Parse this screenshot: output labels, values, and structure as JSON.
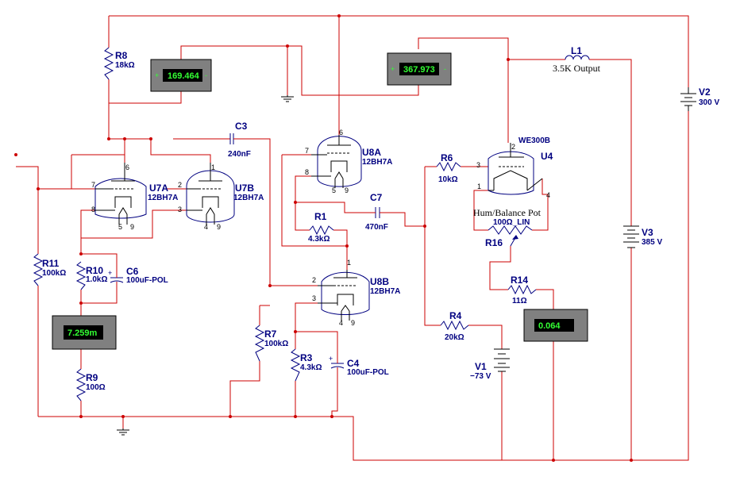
{
  "meters": {
    "m_top": "169.464",
    "m_mid": "367.973",
    "m_left": "7.259m",
    "m_right": "0.064"
  },
  "components": {
    "r8": {
      "ref": "R8",
      "val": "18kΩ"
    },
    "r11": {
      "ref": "R11",
      "val": "100kΩ"
    },
    "r10": {
      "ref": "R10",
      "val": "1.0kΩ"
    },
    "c6": {
      "ref": "C6",
      "val": "100uF-POL"
    },
    "r9": {
      "ref": "R9",
      "val": "100Ω"
    },
    "c3": {
      "ref": "C3",
      "val": "240nF"
    },
    "u7a": {
      "ref": "U7A",
      "val": "12BH7A"
    },
    "u7b": {
      "ref": "U7B",
      "val": "12BH7A"
    },
    "r7": {
      "ref": "R7",
      "val": "100kΩ"
    },
    "u8a": {
      "ref": "U8A",
      "val": "12BH7A"
    },
    "r1": {
      "ref": "R1",
      "val": "4.3kΩ"
    },
    "c7": {
      "ref": "C7",
      "val": "470nF"
    },
    "u8b": {
      "ref": "U8B",
      "val": "12BH7A"
    },
    "r3": {
      "ref": "R3",
      "val": "4.3kΩ"
    },
    "c4": {
      "ref": "C4",
      "val": "100uF-POL"
    },
    "r6": {
      "ref": "R6",
      "val": "10kΩ"
    },
    "u4": {
      "ref": "U4",
      "val": "WE300B"
    },
    "l1": {
      "ref": "L1",
      "val": "3.5K Output"
    },
    "r16": {
      "ref": "R16",
      "val": "100Ω_LIN",
      "label": "Hum/Balance Pot"
    },
    "r14": {
      "ref": "R14",
      "val": "11Ω"
    },
    "r4": {
      "ref": "R4",
      "val": "20kΩ"
    },
    "v1": {
      "ref": "V1",
      "val": "−73 V"
    },
    "v2": {
      "ref": "V2",
      "val": "300 V"
    },
    "v3": {
      "ref": "V3",
      "val": "385 V"
    }
  },
  "pins": {
    "u7a_grid": "7",
    "u7a_plate": "6",
    "u7a_cath": "8",
    "u7a_h1": "5",
    "u7a_h2": "9",
    "u7b_grid": "2",
    "u7b_plate": "1",
    "u7b_cath": "3",
    "u7b_h1": "4",
    "u7b_h2": "9",
    "u8a_grid": "7",
    "u8a_plate": "6",
    "u8a_cath": "8",
    "u8a_h1": "5",
    "u8a_h2": "9",
    "u8b_grid": "2",
    "u8b_plate": "1",
    "u8b_cath": "3",
    "u8b_h1": "4",
    "u8b_h2": "9",
    "u4_grid": "3",
    "u4_plate": "2",
    "u4_f1": "1",
    "u4_f2": "4"
  }
}
